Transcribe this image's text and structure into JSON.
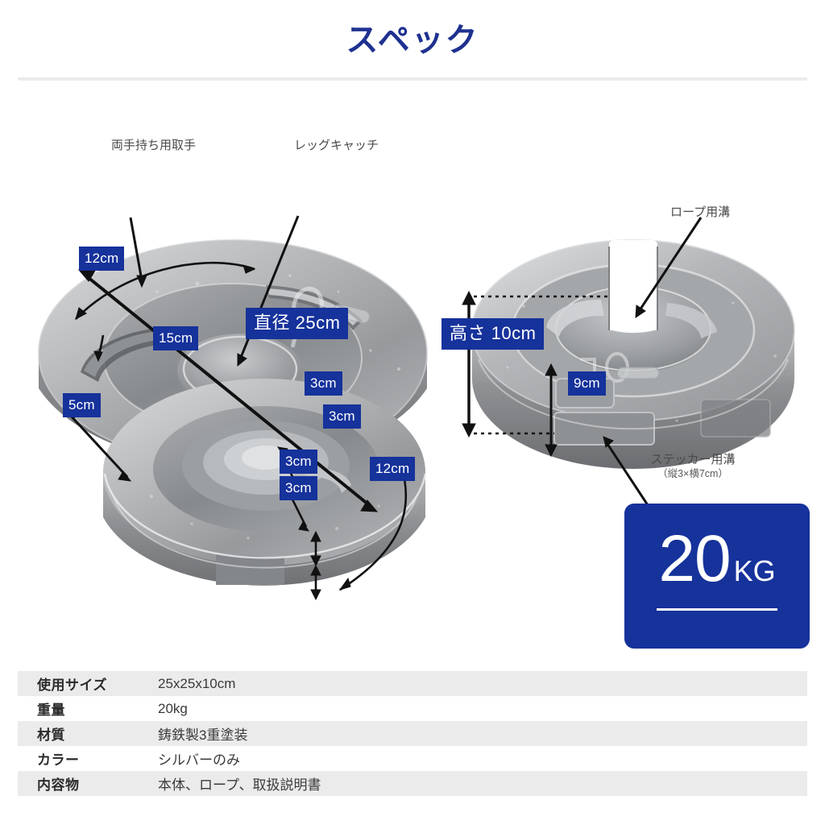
{
  "header": {
    "title": "スペック"
  },
  "product_left": {
    "callouts": [
      {
        "id": "handle",
        "label": "両手持ち用取手"
      },
      {
        "id": "legcatch",
        "label": "レッグキャッチ"
      }
    ],
    "measurements": [
      {
        "id": "m-12cm-top",
        "label": "12cm"
      },
      {
        "id": "m-15cm",
        "label": "15cm"
      },
      {
        "id": "m-diameter",
        "label": "直径 25cm"
      },
      {
        "id": "m-5cm",
        "label": "5cm"
      },
      {
        "id": "m-3cm-a",
        "label": "3cm"
      },
      {
        "id": "m-3cm-b",
        "label": "3cm"
      },
      {
        "id": "m-3cm-c",
        "label": "3cm"
      },
      {
        "id": "m-3cm-d",
        "label": "3cm"
      },
      {
        "id": "m-12cm-bottom",
        "label": "12cm"
      }
    ]
  },
  "product_right": {
    "callouts": [
      {
        "id": "ropegroove",
        "label": "ロープ用溝"
      },
      {
        "id": "stickergroove",
        "label": "ステッカー用溝",
        "sub": "（縦3×横7cm）"
      }
    ],
    "measurements": [
      {
        "id": "m-height",
        "label": "高さ 10cm"
      },
      {
        "id": "m-9cm",
        "label": "9cm"
      }
    ]
  },
  "weight_badge": {
    "value": "20",
    "unit": "KG"
  },
  "spec_table": {
    "rows": [
      {
        "key": "使用サイズ",
        "value": "25x25x10cm"
      },
      {
        "key": "重量",
        "value": "20kg"
      },
      {
        "key": "材質",
        "value": "鋳鉄製3重塗装"
      },
      {
        "key": "カラー",
        "value": "シルバーのみ"
      },
      {
        "key": "内容物",
        "value": "本体、ロープ、取扱説明書"
      }
    ]
  },
  "colors": {
    "brand_blue": "#16329b",
    "title_blue": "#1f3190",
    "row_shade": "#ebebeb",
    "callout_gray": "#4a4a4a"
  }
}
